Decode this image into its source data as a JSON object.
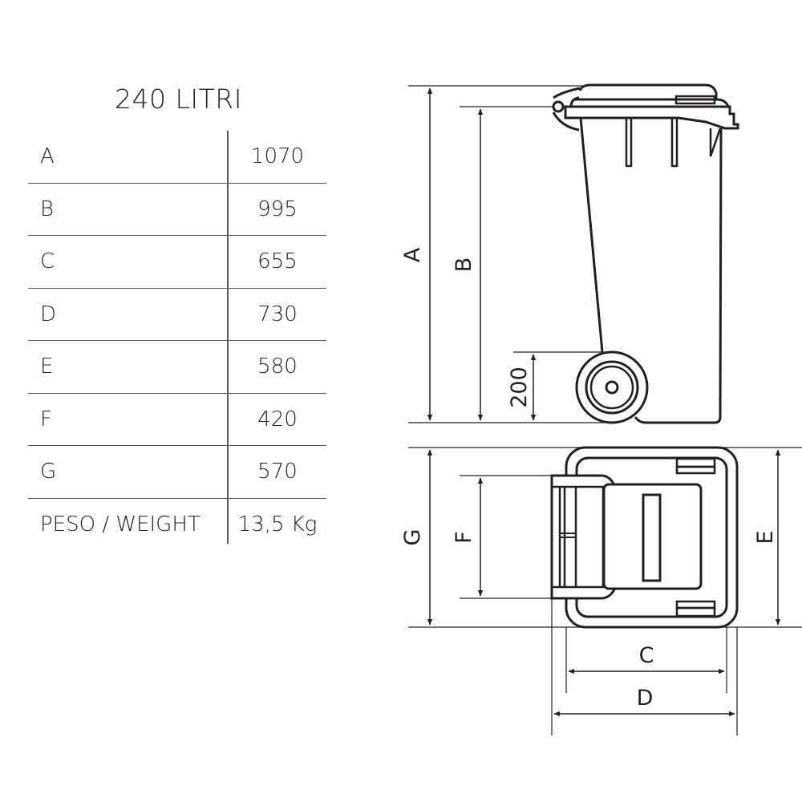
{
  "title": "240 LITRI",
  "table": {
    "rows": [
      {
        "label": "A",
        "value": "1070"
      },
      {
        "label": "B",
        "value": "995"
      },
      {
        "label": "C",
        "value": "655"
      },
      {
        "label": "D",
        "value": "730"
      },
      {
        "label": "E",
        "value": "580"
      },
      {
        "label": "F",
        "value": "420"
      },
      {
        "label": "G",
        "value": "570"
      },
      {
        "label": "PESO / WEIGHT",
        "value": "13,5  Kg"
      }
    ]
  },
  "side_view": {
    "dims": {
      "A": "A",
      "B": "B",
      "wheel_height": "200"
    }
  },
  "top_view": {
    "dims": {
      "G": "G",
      "F": "F",
      "E": "E",
      "C": "C",
      "D": "D"
    }
  },
  "colors": {
    "line": "#231f20",
    "rule": "#58595b",
    "background": "#ffffff"
  }
}
